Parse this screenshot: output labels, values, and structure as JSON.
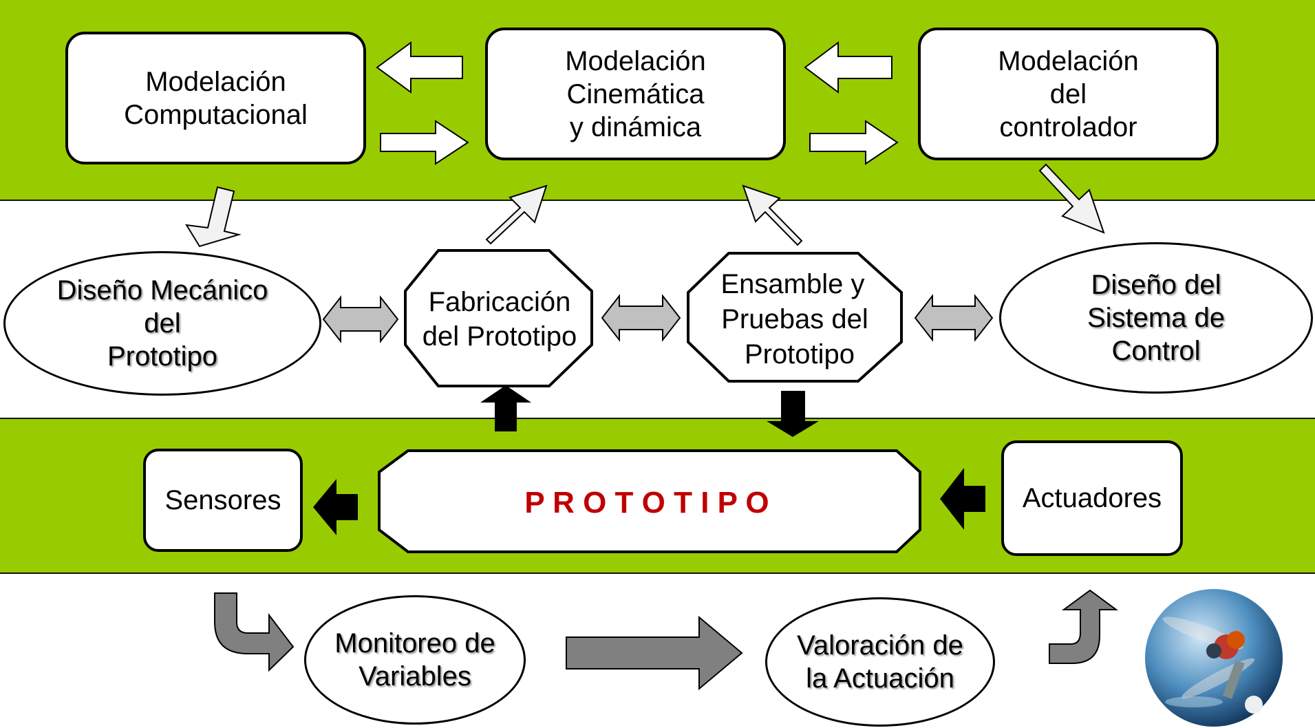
{
  "top_row": {
    "computational": "Modelación\nComputacional",
    "kinematic": "Modelación\nCinemática\ny dinámica",
    "controller": "Modelación\ndel\ncontrolador"
  },
  "middle_row": {
    "mechanical_design": "Diseño Mecánico\ndel\nPrototipo",
    "fabrication": [
      "Fabricación",
      "del Prototipo"
    ],
    "assembly": [
      "Ensamble y",
      "Pruebas del",
      "Prototipo"
    ],
    "control_design": "Diseño del\nSistema de\nControl"
  },
  "bottom_row": {
    "sensors": "Sensores",
    "prototype": "P R O T O T I P O",
    "actuators": "Actuadores"
  },
  "process_row": {
    "monitoring": "Monitoreo de\nVariables",
    "assessment": "Valoración de\nla Actuación"
  },
  "colors": {
    "band_green": "#99cc00",
    "prototype_text": "#c00000",
    "light_arrow": "#f2f2f2",
    "grey_arrow": "#c0c0c0",
    "dark_grey_arrow": "#808080",
    "black_arrow": "#000000"
  },
  "icons": {
    "logo": "dragonfly-globe-logo"
  }
}
